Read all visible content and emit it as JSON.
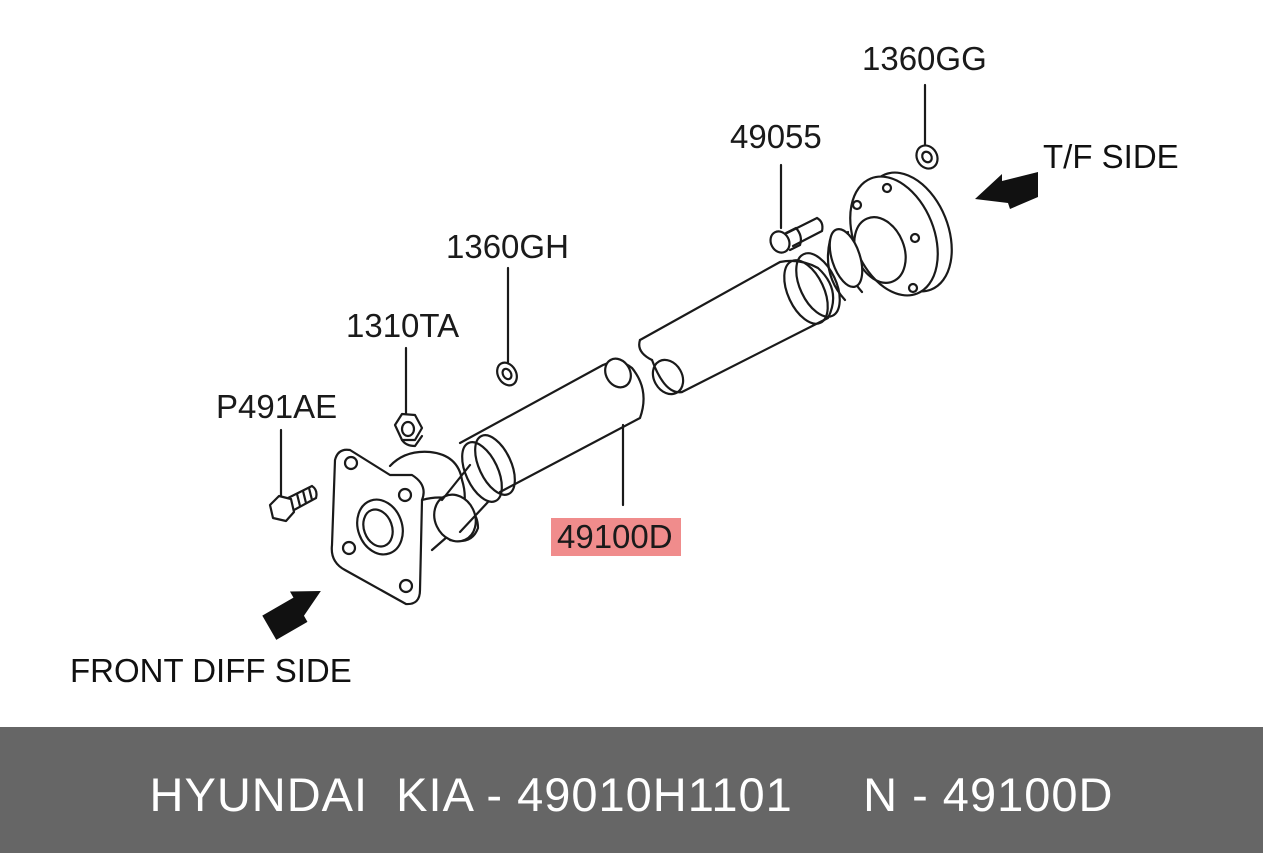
{
  "callouts": {
    "c1360gg": "1360GG",
    "c49055": "49055",
    "c1360gh": "1360GH",
    "c1310ta": "1310TA",
    "cp491ae": "P491AE",
    "c49100d": "49100D"
  },
  "highlight_color": "#f08c8c",
  "side_labels": {
    "tf": "T/F SIDE",
    "front": "FRONT DIFF SIDE"
  },
  "footer": {
    "text": "HYUNDAI  KIA - 49010H1101     N - 49100D",
    "background": "#666666"
  }
}
